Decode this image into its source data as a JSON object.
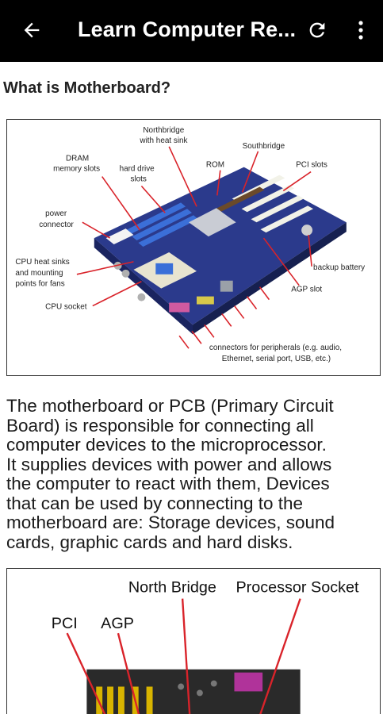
{
  "appbar": {
    "title": "Learn Computer Re...",
    "back_icon": "arrow-left-icon",
    "refresh_icon": "refresh-icon",
    "more_icon": "more-vert-icon"
  },
  "section": {
    "heading": "What is Motherboard?"
  },
  "figure1": {
    "labels": {
      "northbridge_1": "Northbridge",
      "northbridge_2": "with heat sink",
      "southbridge": "Southbridge",
      "dram_1": "DRAM",
      "dram_2": "memory slots",
      "hdd_1": "hard drive",
      "hdd_2": "slots",
      "rom": "ROM",
      "pci": "PCI slots",
      "power_1": "power",
      "power_2": "connector",
      "cpu_heat_1": "CPU heat sinks",
      "cpu_heat_2": "and mounting",
      "cpu_heat_3": "points for fans",
      "cpu_socket": "CPU socket",
      "backup_battery": "backup battery",
      "agp": "AGP slot",
      "connectors_1": "connectors for peripherals (e.g. audio,",
      "connectors_2": "Ethernet, serial port, USB, etc.)"
    }
  },
  "paragraph": {
    "lines": [
      "The motherboard or PCB (Primary Circuit",
      "Board) is responsible for connecting all",
      "computer devices to the microprocessor.",
      "It supplies devices with power and allows",
      "the computer to react with them, Devices",
      "that can be used by connecting to the",
      "motherboard are: Storage devices, sound",
      "cards, graphic cards and hard disks."
    ]
  },
  "figure2": {
    "labels": {
      "north_bridge": "North Bridge",
      "processor_socket": "Processor Socket",
      "pci": "PCI",
      "agp": "AGP"
    }
  }
}
